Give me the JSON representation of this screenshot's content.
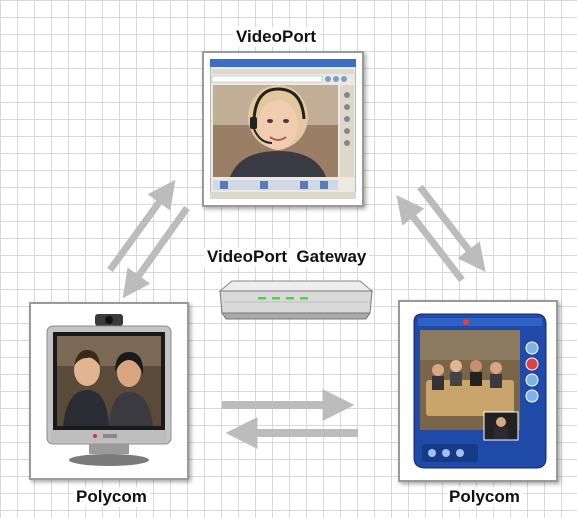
{
  "nodes": {
    "top": {
      "label": "VideoPort"
    },
    "gateway": {
      "label": "VideoPort  Gateway"
    },
    "left": {
      "label": "Polycom"
    },
    "right": {
      "label": "Polycom"
    }
  },
  "colors": {
    "arrow": "#bcbcbc",
    "grid": "#d9d9d9",
    "frame_border": "#9a9a9a",
    "gateway_led": "#3adf3a",
    "polycom_app_blue": "#1f4aa8"
  }
}
